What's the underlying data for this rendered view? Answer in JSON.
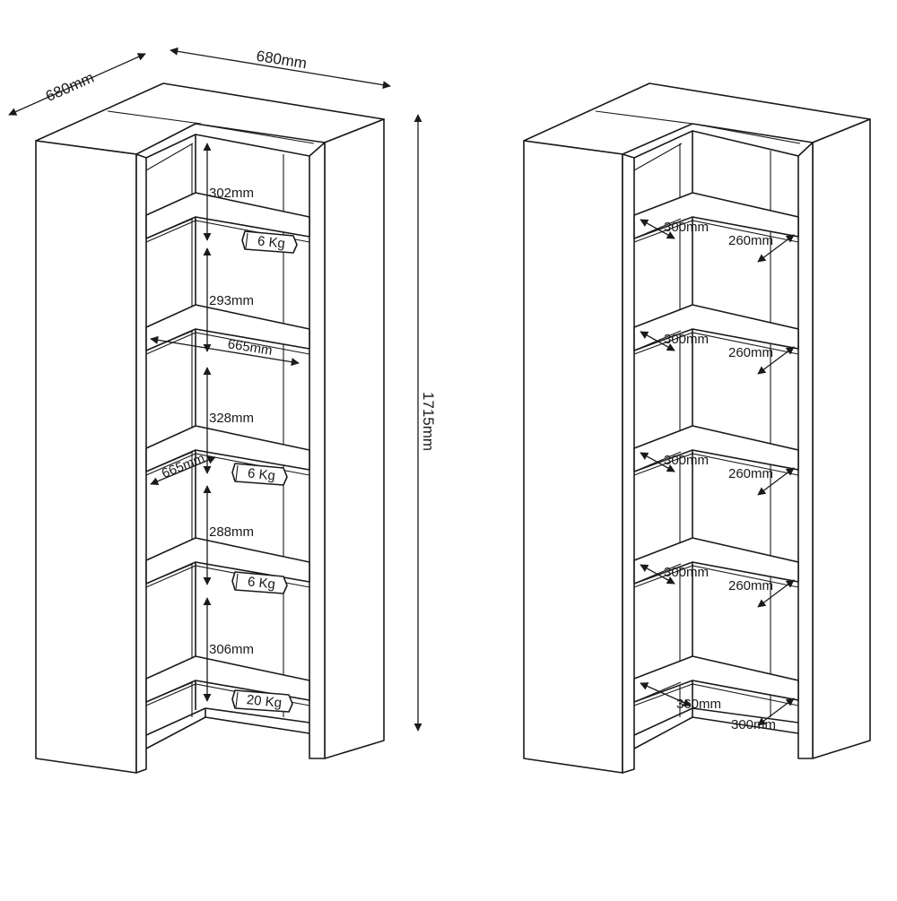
{
  "colors": {
    "line": "#1a1a1a",
    "background": "#ffffff"
  },
  "overall": {
    "depth_left": "680mm",
    "depth_right": "680mm",
    "height": "1715mm"
  },
  "left_view": {
    "heights": [
      "302mm",
      "293mm",
      "328mm",
      "288mm",
      "306mm"
    ],
    "shelf_width_front": "665mm",
    "shelf_width_side": "665mm",
    "loads": [
      "6 Kg",
      "6 Kg",
      "6 Kg",
      "20 Kg"
    ]
  },
  "right_view": {
    "shelf_depths": [
      {
        "a": "300mm",
        "b": "260mm"
      },
      {
        "a": "300mm",
        "b": "260mm"
      },
      {
        "a": "300mm",
        "b": "260mm"
      },
      {
        "a": "300mm",
        "b": "260mm"
      },
      {
        "a": "360mm",
        "b": "300mm"
      }
    ]
  }
}
